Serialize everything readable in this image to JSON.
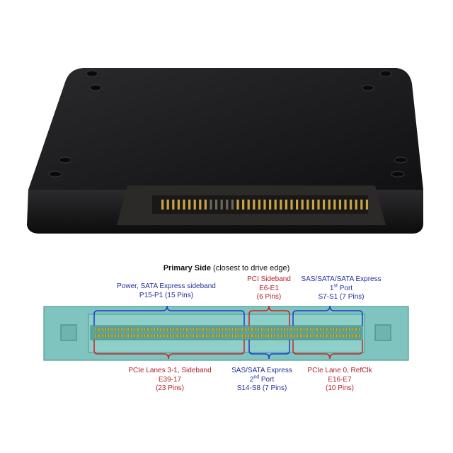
{
  "title": {
    "bold": "Primary Side",
    "rest": "(closest to drive edge)"
  },
  "top_labels": [
    {
      "lines": [
        "Power, SATA Express sideband",
        "P15-P1 (15 Pins)"
      ],
      "color": "blue"
    },
    {
      "lines": [
        "PCI Sideband",
        "E6-E1",
        "(6 Pins)"
      ],
      "color": "red"
    },
    {
      "lines": [
        "SAS/SATA/SATA Express",
        "1",
        "st",
        " Port",
        "S7-S1 (7 Pins)"
      ],
      "color": "blue"
    }
  ],
  "bottom_labels": [
    {
      "lines": [
        "PCIe Lanes 3-1, Sideband",
        "E39-17",
        "(23 Pins)"
      ],
      "color": "red"
    },
    {
      "lines": [
        "SAS/SATA Express",
        "2",
        "nd",
        " Port",
        "S14-S8 (7 Pins)"
      ],
      "color": "blue"
    },
    {
      "lines": [
        "PCIe Lane 0, RefClk",
        "E16-E7",
        "(10 Pins)"
      ],
      "color": "red"
    }
  ],
  "colors": {
    "connector": "#7fc4be",
    "connector_dark": "#4f9a94",
    "blue_bracket": "#1f3ad0",
    "red_bracket": "#d02020",
    "drive_body": "#1c1c1e"
  },
  "icons": [
    "ssd-drive-photo",
    "u2-connector-pinout"
  ]
}
